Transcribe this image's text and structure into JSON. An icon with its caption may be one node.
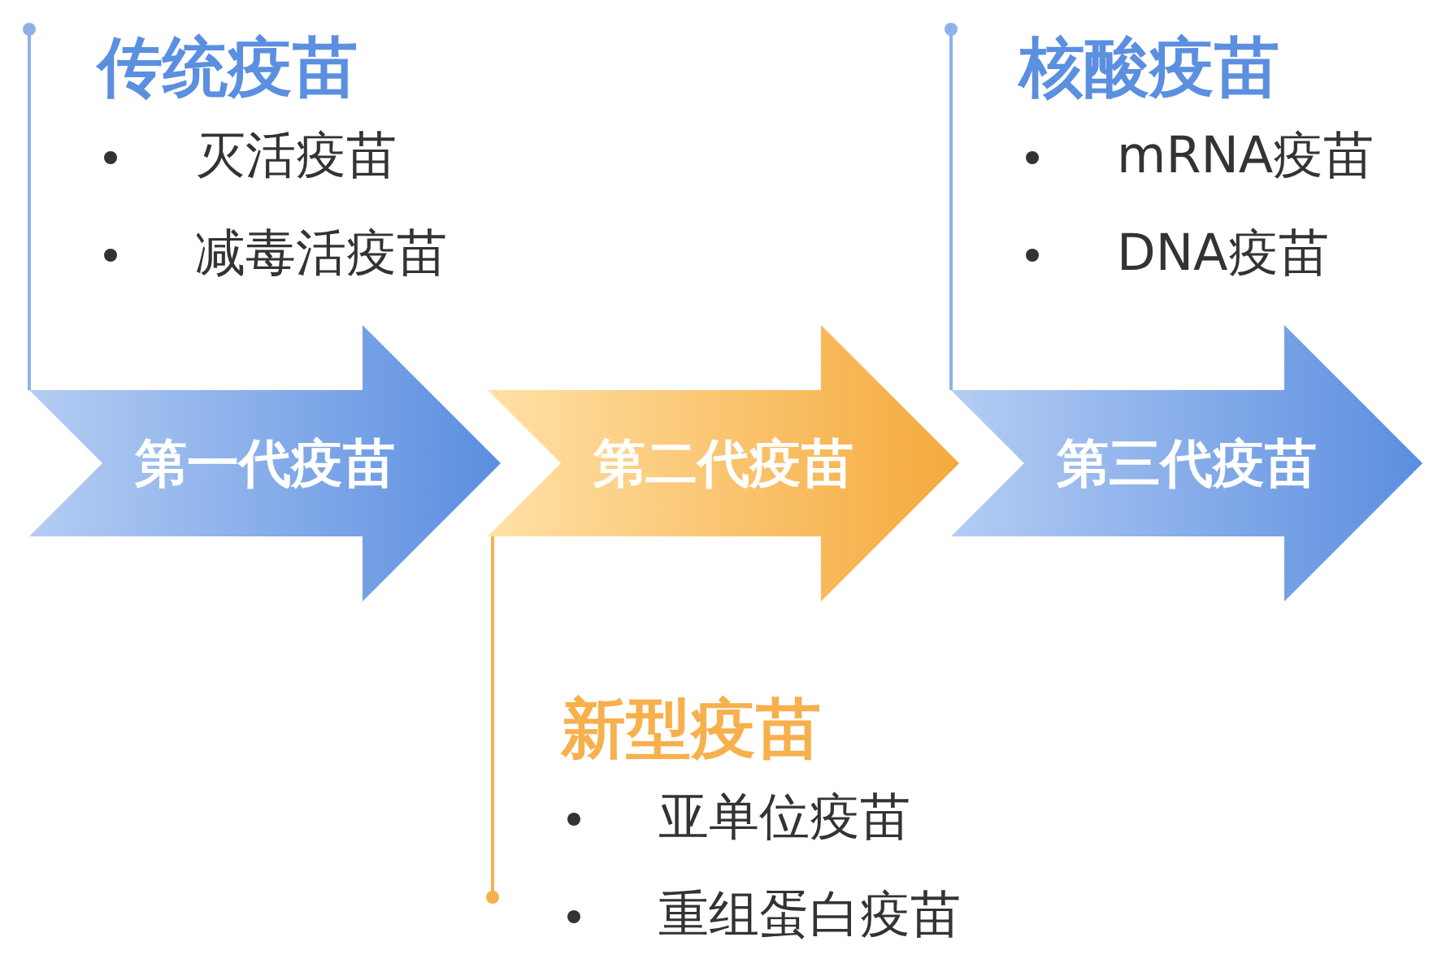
{
  "diagram": {
    "nodes": [
      {
        "text": [
          "传统疫苗",
          "灭活疫苗",
          "减毒活疫苗"
        ]
      },
      {
        "text": [
          "核酸疫苗",
          "mRNA疫苗",
          "DNA疫苗"
        ]
      },
      {
        "text": [
          "第一代疫苗"
        ]
      },
      {
        "text": [
          "第二代疫苗"
        ]
      },
      {
        "text": [
          "第三代疫苗"
        ]
      },
      {
        "text": [
          "新型疫苗",
          "亚单位疫苗",
          "重组蛋白疫苗"
        ]
      }
    ],
    "edges": [
      {
        "from": 0,
        "to": 2,
        "arrow": "other"
      },
      {
        "from": 1,
        "to": 4,
        "arrow": "other"
      },
      {
        "from": 5,
        "to": 3,
        "arrow": "other",
        "color": "#f7b04c"
      }
    ]
  }
}
